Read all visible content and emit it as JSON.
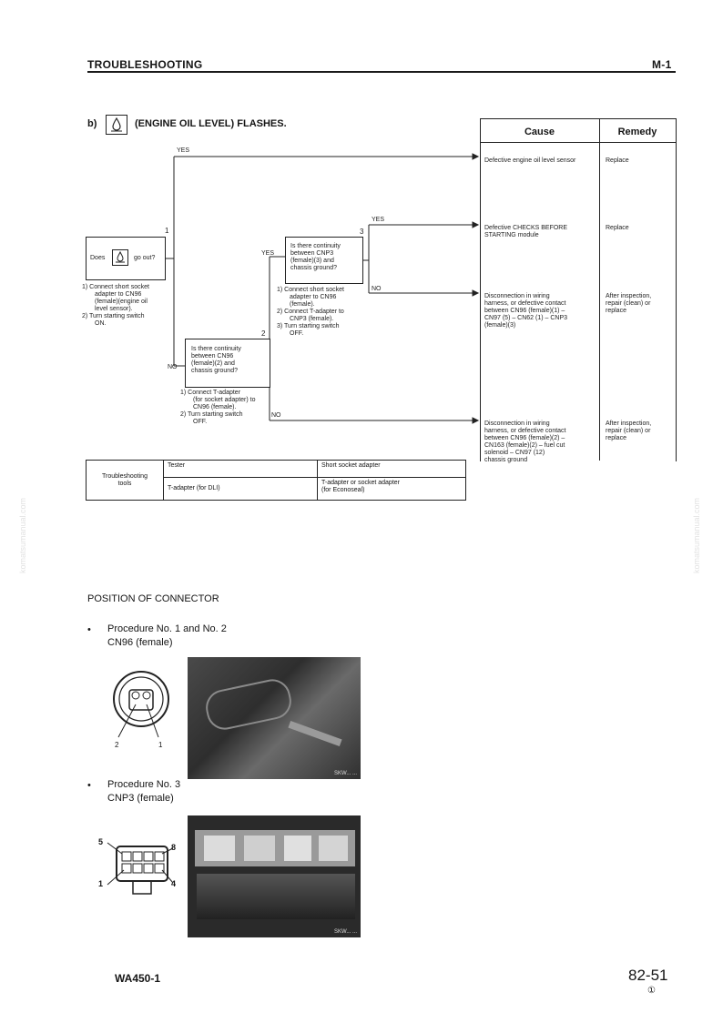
{
  "header": {
    "section": "TROUBLESHOOTING",
    "code": "M-1"
  },
  "title": {
    "prefix": "b)",
    "text": "(ENGINE OIL LEVEL) FLASHES."
  },
  "cause_table": {
    "cause_header": "Cause",
    "remedy_header": "Remedy"
  },
  "flow": {
    "yes": "YES",
    "no": "NO",
    "step1": {
      "num": "1",
      "q_prefix": "Does",
      "q_suffix": "go out?",
      "notes": [
        "1)  Connect short socket",
        "adapter to CN96",
        "(female)(engine oil",
        "level sensor).",
        "2)  Turn starting switch",
        "ON."
      ]
    },
    "step2": {
      "num": "2",
      "question": [
        "Is there continuity",
        "between CN96",
        "(female)(2) and",
        "chassis ground?"
      ],
      "notes": [
        "1)  Connect T-adapter",
        "(for socket adapter) to",
        "CN96 (female).",
        "2)  Turn starting switch",
        "OFF."
      ]
    },
    "step3": {
      "num": "3",
      "question": [
        "Is there continuity",
        "between CNP3",
        "(female)(3) and",
        "chassis ground?"
      ],
      "notes": [
        "1)  Connect short socket",
        "adapter to CN96",
        "(female).",
        "2)  Connect T-adapter to",
        "CNP3 (female).",
        "3)  Turn starting switch",
        "OFF."
      ]
    }
  },
  "results": [
    {
      "cause": [
        "Defective engine oil level sensor"
      ],
      "remedy": [
        "Replace"
      ]
    },
    {
      "cause": [
        "Defective CHECKS BEFORE",
        "STARTING module"
      ],
      "remedy": [
        "Replace"
      ]
    },
    {
      "cause": [
        "Disconnection in wiring",
        "harness, or defective contact",
        "between CN96 (female)(1) –",
        "CN97 (5) – CN62 (1) – CNP3",
        "(female)(3)"
      ],
      "remedy": [
        "After inspection,",
        "repair (clean) or",
        "replace"
      ]
    },
    {
      "cause": [
        "Disconnection in wiring",
        "harness, or defective contact",
        "between CN96 (female)(2) –",
        "CN163 (female)(2) – fuel cut",
        "solenoid – CN97 (12)",
        "chassis ground"
      ],
      "remedy": [
        "After inspection,",
        "repair (clean) or",
        "replace"
      ]
    }
  ],
  "tools": {
    "label": [
      "Troubleshooting",
      "tools"
    ],
    "col1_header": "Tester",
    "col2_header": "Short socket adapter",
    "col1_value": "T-adapter (for DLI)",
    "col2_value": [
      "T-adapter or socket adapter",
      "(for Econoseal)"
    ]
  },
  "position": {
    "heading": "POSITION OF CONNECTOR",
    "proc1": {
      "bullet": "•",
      "title": "Procedure No. 1 and No. 2",
      "sub": "CN96 (female)",
      "pins": [
        "2",
        "1"
      ],
      "photo_code": "SKW... ..."
    },
    "proc2": {
      "bullet": "•",
      "title": "Procedure No. 3",
      "sub": "CNP3 (female)",
      "pins": [
        "5",
        "8",
        "1",
        "4"
      ],
      "photo_code": "SKW... ..."
    }
  },
  "footer": {
    "model": "WA450-1",
    "page": "82-51",
    "rev": "①"
  },
  "watermark": "komatsumanual.com"
}
